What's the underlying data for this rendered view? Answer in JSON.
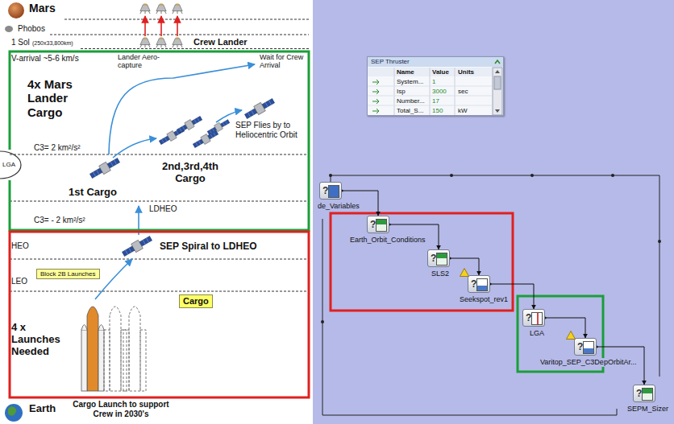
{
  "diagram": {
    "nodes": [
      {
        "text": [
          "Block 2B Launches"
        ]
      },
      {
        "text": [
          "Cargo"
        ]
      },
      {
        "text": [
          "SEP Thruster"
        ]
      },
      {
        "text": [
          "?",
          "de_Variables"
        ]
      },
      {
        "text": [
          "?",
          "Earth_Orbit_Conditions"
        ]
      },
      {
        "text": [
          "?",
          "SLS2"
        ]
      },
      {
        "text": [
          "?",
          "Seekspot_rev1"
        ]
      },
      {
        "text": [
          "?",
          "LGA"
        ]
      },
      {
        "text": [
          "?",
          "Varitop_SEP_C3DepOrbitAr..."
        ]
      },
      {
        "text": [
          "?",
          "SEPM_Sizer"
        ]
      }
    ],
    "edges": [
      {
        "from": 3,
        "to": 4,
        "arrow": "to"
      },
      {
        "from": 4,
        "to": 5,
        "arrow": "to"
      },
      {
        "from": 5,
        "to": 6,
        "arrow": "to"
      },
      {
        "from": 6,
        "to": 7,
        "arrow": "to"
      },
      {
        "from": 7,
        "to": 8,
        "arrow": "to"
      },
      {
        "from": 8,
        "to": 9,
        "arrow": "to"
      }
    ],
    "labels": [
      "Mars",
      "Phobos",
      "1 Sol",
      "(250x33,800km)",
      "Crew Lander",
      "Lander Aero-capture",
      "Wait for Crew Arrival",
      "V-arrival ~5-6 km/s",
      "4x Mars Lander Cargo",
      "SEP Flies by to Heliocentric Orbit",
      "C3= 2 km²/s²",
      "1st Cargo",
      "2nd,3rd,4th Cargo",
      "LGA",
      "LDHEO",
      "C3= - 2 km²/s²",
      "HEO",
      "SEP Spiral to LDHEO",
      "LEO",
      "4 x Launches Needed",
      "Earth",
      "Cargo Launch to support Crew in 2030's",
      "Name",
      "Value",
      "Units",
      "System...",
      "1",
      "Isp",
      "3000",
      "sec",
      "Number...",
      "17",
      "Total_S...",
      "150",
      "kW"
    ]
  }
}
